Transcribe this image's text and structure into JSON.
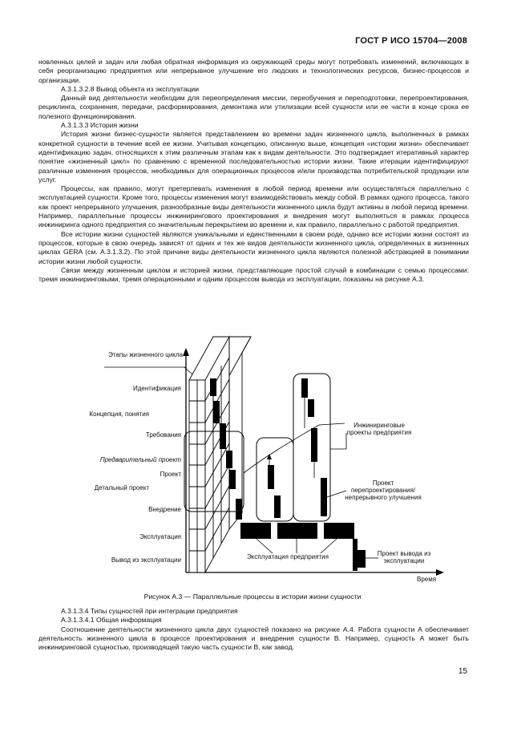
{
  "header": {
    "standard": "ГОСТ Р ИСО 15704—2008"
  },
  "body_top": [
    "новленных целей и задач или любая обратная информация из окружающей среды могут потребовать изменений, включающих в себя реорганизацию предприятия или непрерывное улучшение его людских и технологических ресурсов, бизнес-процессов и организации.",
    "A.3.1.3.2.8 Вывод объекта из эксплуатации",
    "Данный вид деятельности необходим для переопределения миссии, переобучения и переподготовки, перепроектирования, рециклинга, сохранения, передачи, расформирования, демонтажа или утилизации всей сущности или ее части в конце срока ее полезного функционирования.",
    "A.3.1.3.3 История жизни",
    "История жизни бизнес-сущности является представлением во времени задач жизненного цикла, выполненных в рамках конкретной сущности в течение всей ее жизни. Учитывая концепцию, описанную выше, концепция «истории жизни» обеспечивает идентификацию задач, относящихся к этим различным этапам как к видам деятельности. Это подтверждает итеративный характер понятие «жизненный цикл» по сравнению с временной последовательностью истории жизни. Такие итерации идентифицируют различные изменения процессов, необходимых для операционных процессов и/или производства потребительской продукции или услуг.",
    "Процессы, как правило, могут претерпевать изменения в любой период времени или осуществляться параллельно с эксплуатацией сущности. Кроме того, процессы изменения могут взаимодействовать между собой. В рамках одного процесса, такого как проект непрерывного улучшения, разнообразные виды деятельности жизненного цикла будут активны в любой период времени. Например, параллельные процессы инжинирингового проектирования и внедрения могут выполняться в рамках процесса инжиниринга одного предприятия со значительным перекрытием во времени и, как правило, параллельно с работой предприятия.",
    "Все истории жизни сущностей являются уникальными и единственными в своем роде, однако все истории жизни состоят из процессов, которые в свою очередь зависят от одних и тех же видов деятельности жизненного цикла, определенных в жизненных циклах GERA (см. A.3.1.3.2). По этой причине виды деятельности жизненного цикла являются полезной абстракцией в понимании истории жизни любой сущности.",
    "Связи между жизненным циклом и историей жизни, представляющие простой случай в комбинации с семью процессами: тремя инжиниринговыми, тремя операционными и одним процессом вывода из эксплуатации, показаны на рисунке A.3."
  ],
  "figure": {
    "axis_title": "Этапы жизненного цикла",
    "stages": [
      "Идентификация",
      "Концепция, понятия",
      "Требования",
      "Предварительный проект",
      "Проект",
      "Детальный проект",
      "Внедрение",
      "Эксплуатация",
      "Вывод из эксплуатации"
    ],
    "callout_engineering": "Инжиниринговые проекты предприятия",
    "callout_redesign": "Проект перепроектирования/ непрерывного улучшения",
    "callout_operation": "Эксплуатация предприятия",
    "callout_decommission": "Проект вывода из эксплуатации",
    "time_label": "Время"
  },
  "caption": "Рисунок A.3 — Параллельные процессы в истории жизни сущности",
  "body_bottom": [
    "A.3.1.3.4 Типы сущностей при интеграции предприятия",
    "A.3.1.3.4.1 Общая информация",
    "Соотношение деятельности жизненного цикла двух сущностей  показано на рисунке A.4. Работа сущности A обеспечивает деятельность жизненного цикла в процессе проектирования и внедрения сущности B. Например, сущность A может быть инжиниринговой сущностью, производящей такую часть сущности B, как завод."
  ],
  "page_number": "15"
}
